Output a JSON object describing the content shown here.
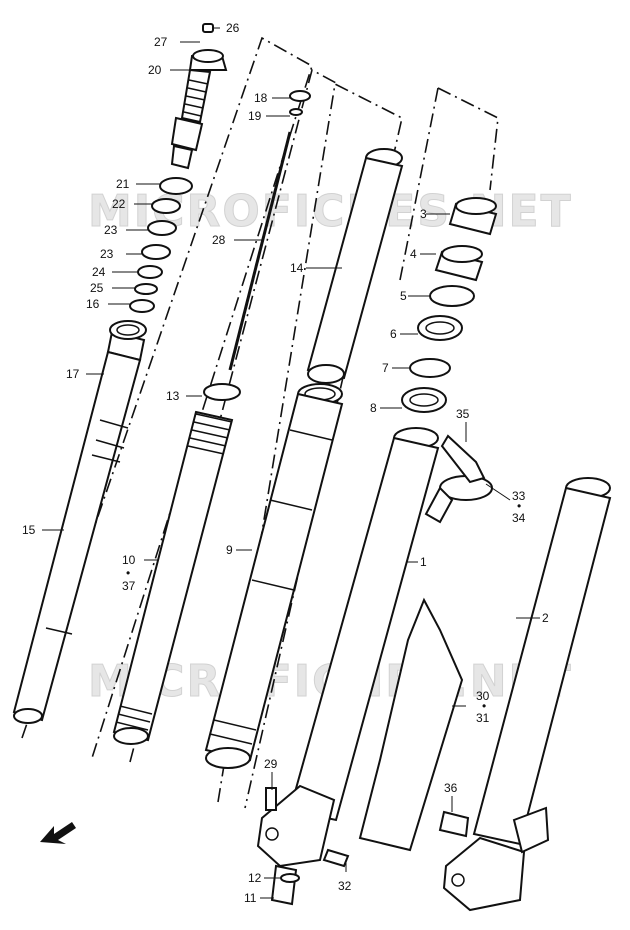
{
  "watermark": "MICROFICHES.NET",
  "labels": {
    "p1": "1",
    "p2": "2",
    "p3": "3",
    "p4": "4",
    "p5": "5",
    "p6": "6",
    "p7": "7",
    "p8": "8",
    "p9": "9",
    "p10": "10",
    "p11": "11",
    "p12": "12",
    "p13": "13",
    "p14": "14",
    "p15": "15",
    "p16": "16",
    "p17": "17",
    "p18": "18",
    "p19": "19",
    "p20": "20",
    "p21": "21",
    "p22": "22",
    "p23a": "23",
    "p23b": "23",
    "p24": "24",
    "p25": "25",
    "p26": "26",
    "p27": "27",
    "p28": "28",
    "p29": "29",
    "p30": "30",
    "p31": "31",
    "p32": "32",
    "p33": "33",
    "p34": "34",
    "p35": "35",
    "p36": "36",
    "p37": "37"
  },
  "icons": {
    "front_arrow": "direction-arrow-icon"
  }
}
